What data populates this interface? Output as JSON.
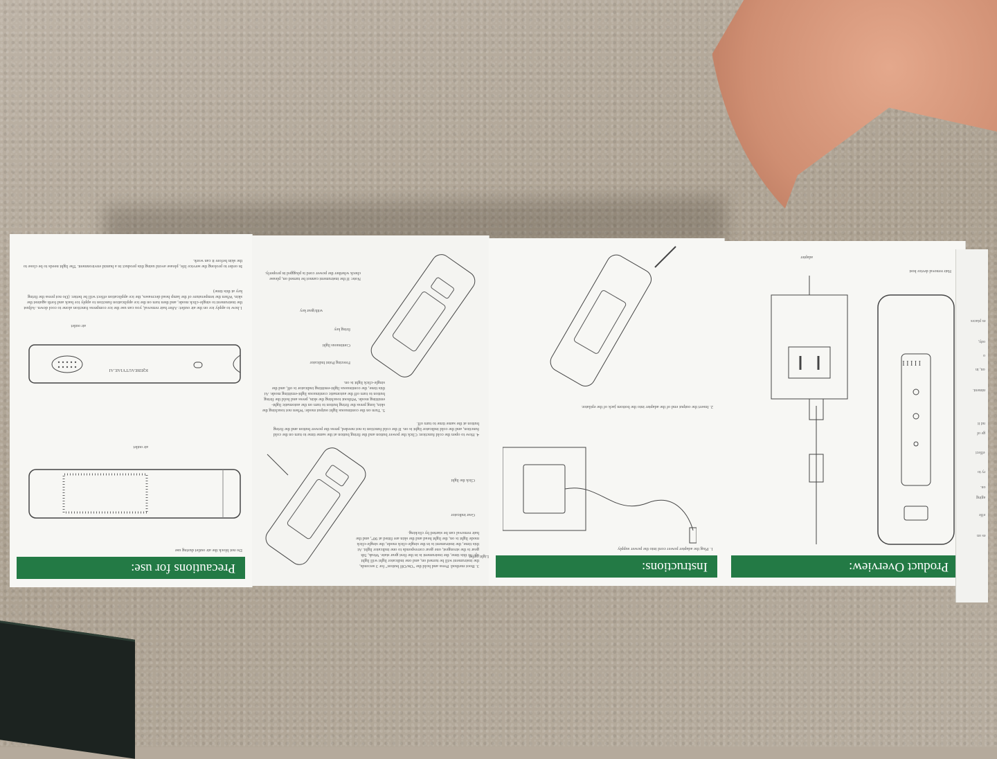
{
  "panels": {
    "precautions": {
      "title": "Precautions for use:",
      "note": "Do not block the air outlet during use",
      "air_outlet_top": "air outlet",
      "air_outlet_bottom": "air outlet",
      "device_text": "IQEBEAUTYIAE.AI",
      "para1": "1.how to apply ice on the air outlet: After hair removal, you can use the ice compress function alone to cool down. Adjust the instrument to single-click mode, and then turn on the ice application function to apply ice back and forth against the skin. When the temperature of the lamp head decreases, the ice application effect will be better. (Do not press the firing key at this time)",
      "para2": "In order to prolong the service life, please avoid using this product in a humid environment. The light needs to be close to the skin before it can work."
    },
    "instructions_steps": {
      "step3": "3. Boot method: Press and hold the \"On/Off button\" for 3 seconds, the instrument will be turned on, and one indicator light will light up. At this time, the instrument is in the first gear state. Weak, 5th gear is the strongest, one gear corresponds to one indicator light. At this time, the instrument is in the single-click mode, the single-click mode light is on, the light head and the skin are fitted at 90°, and the hair removal can be started by clicking.",
      "label_light_outlet": "Light outlet",
      "label_gear_indicator": "Gear indicator",
      "label_click_light": "Click the light",
      "step4": "4. How to open the cold function: Click the power button and the firing button at the same time to turn on the cold function, and the cold indicator light is on. If the cold function is not needed, press the power button and the firing button at the same time to turn off.",
      "step5": "5. Turn on the continuous light output mode: When not touching the skin, long press the firing button to turn on the automatic light-emitting mode. Without touching the skin, press and hold the firing button to turn off the automatic continuous light-emitting mode. At this time, the continuous light-emitting indicator is off, and the single-click light is on.",
      "label_freezing_point": "Freezing Point Indicator",
      "label_continuous_light": "Continuous light",
      "label_firing_key": "firing key",
      "label_with_gear_key": "with/gear key",
      "note": "Note: If the instrument cannot be turned on, please check whether the power cord is plugged in properly."
    },
    "instructions": {
      "title": "Instructions:",
      "step1": "1. Plug the adapter power cord into the power supply",
      "step2": "2. Insert the output end of the adapter into the bottom jack of the epilator."
    },
    "overview": {
      "title": "Product Overview:",
      "label_head": "Hair removal device host",
      "label_adapter": "adapter"
    }
  },
  "side_fragments": [
    "es places",
    "ody,",
    "o",
    "on, in",
    "ntment.",
    "nd it",
    "ge of",
    "effect",
    "ry to",
    "on.",
    "aging",
    "effe",
    "es on"
  ],
  "colors": {
    "band_green": "#237a45",
    "paper": "#f7f7f4",
    "carpet": "#b5aa9c",
    "skin": "#d79a7e"
  }
}
